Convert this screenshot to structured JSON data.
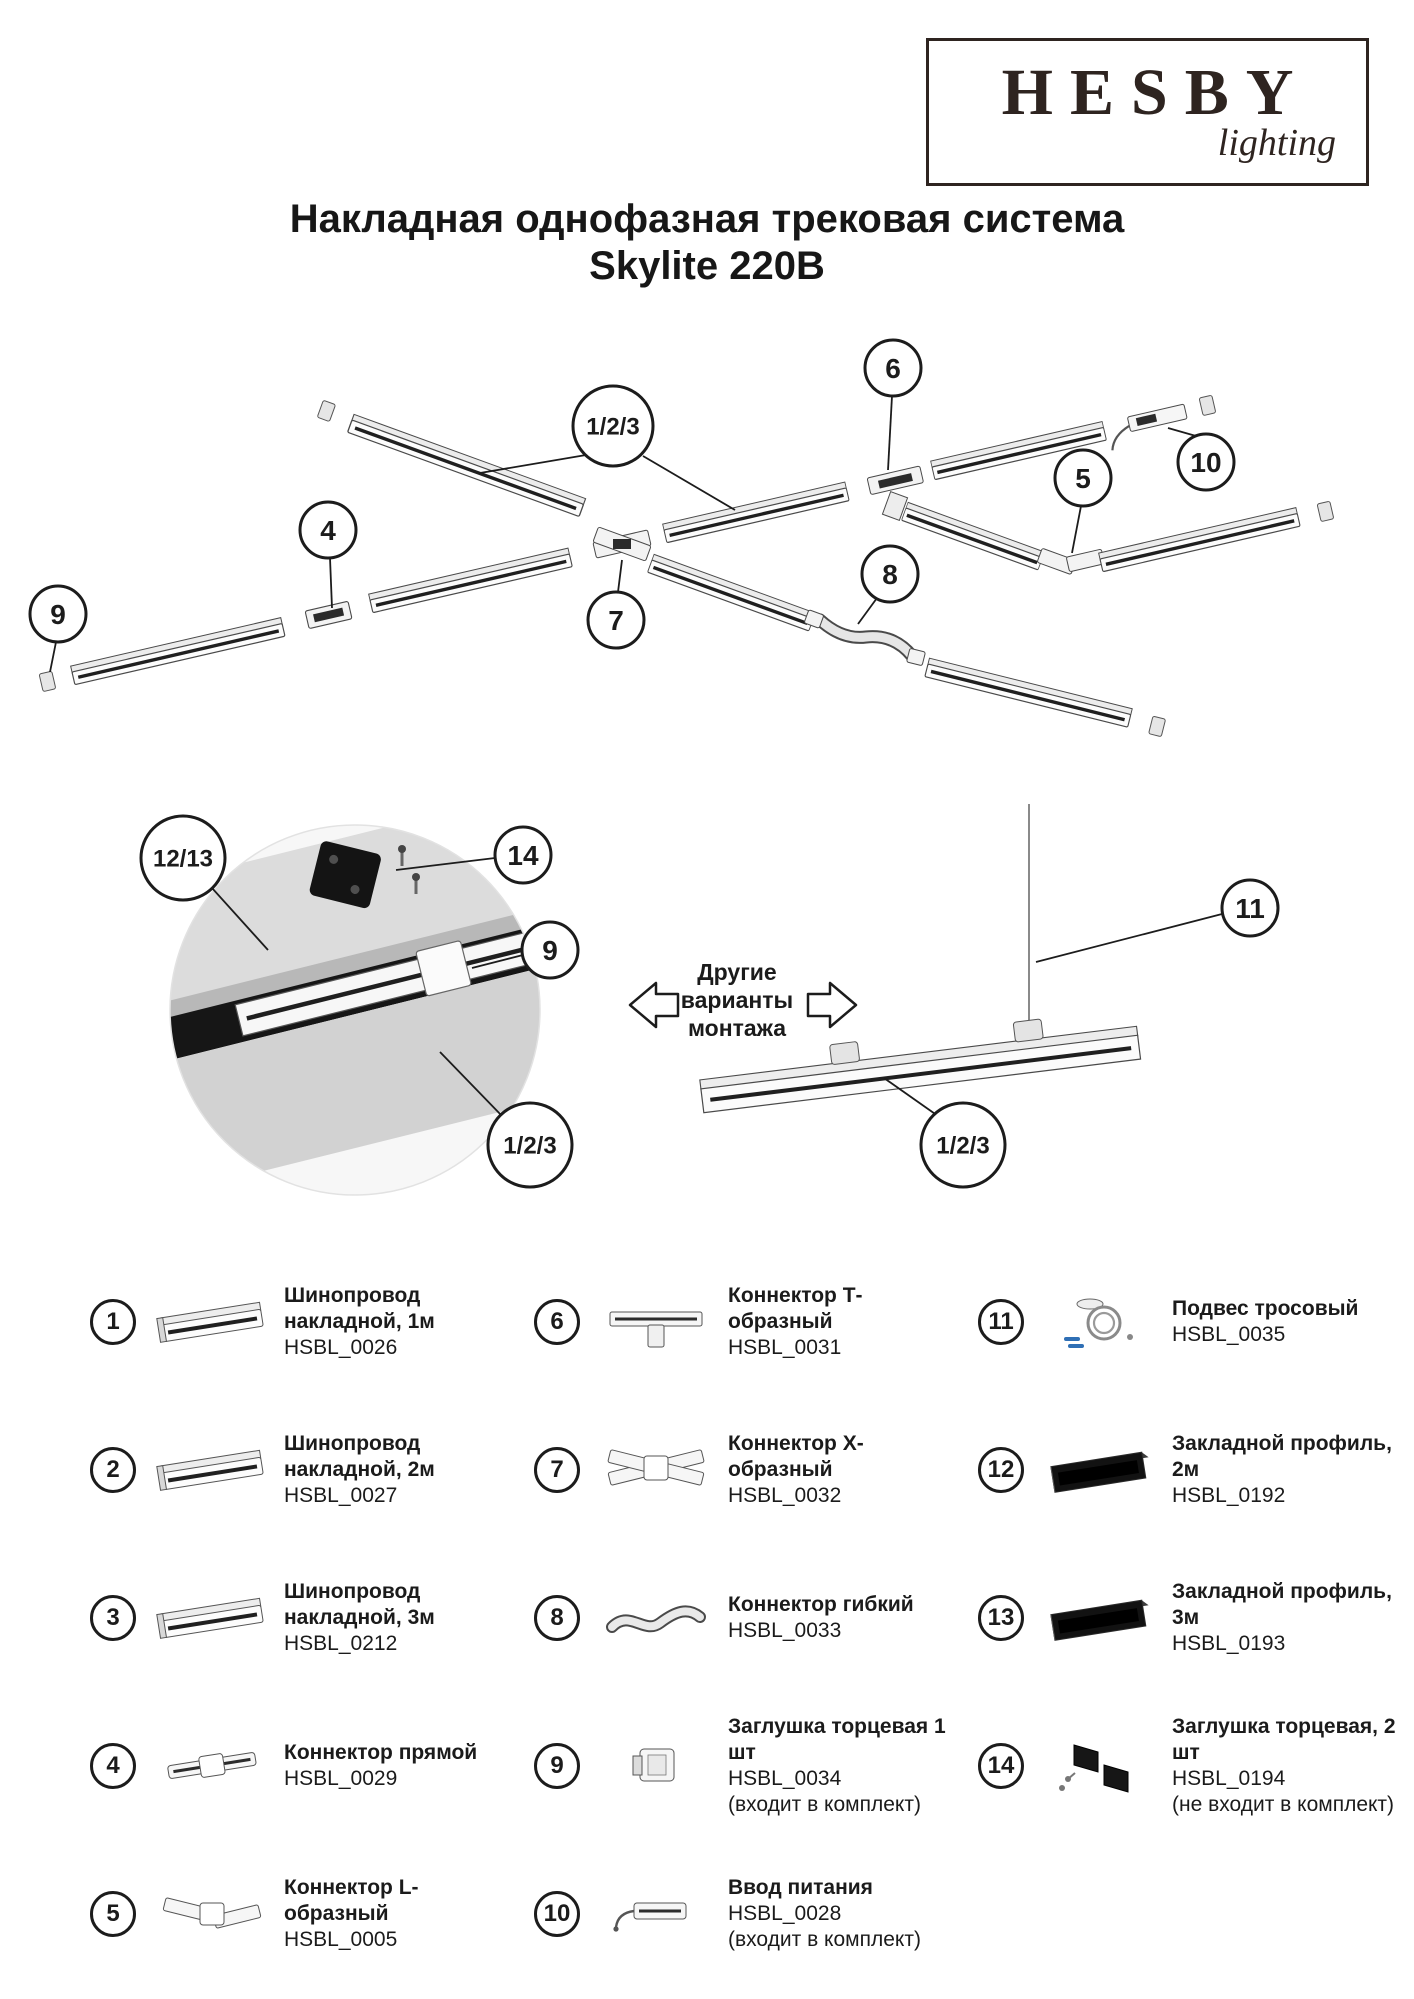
{
  "logo": {
    "brand": "HESBY",
    "tagline": "lighting"
  },
  "title": {
    "line1": "Накладная однофазная трековая система",
    "line2": "Skylite 220В"
  },
  "diagram": {
    "callout_tracks": "1/2/3",
    "callout_4": "4",
    "callout_5": "5",
    "callout_6": "6",
    "callout_7": "7",
    "callout_8": "8",
    "callout_9": "9",
    "callout_10": "10",
    "callout_11": "11",
    "callout_12_13": "12/13",
    "callout_14": "14",
    "other_mount": {
      "l1": "Другие",
      "l2": "варианты",
      "l3": "монтажа"
    }
  },
  "legend": {
    "columns": [
      {
        "items": [
          {
            "num": "1",
            "name": "Шинопровод накладной, 1м",
            "code": "HSBL_0026",
            "note": ""
          },
          {
            "num": "2",
            "name": "Шинопровод накладной, 2м",
            "code": "HSBL_0027",
            "note": ""
          },
          {
            "num": "3",
            "name": "Шинопровод накладной, 3м",
            "code": "HSBL_0212",
            "note": ""
          },
          {
            "num": "4",
            "name": "Коннектор прямой",
            "code": "HSBL_0029",
            "note": ""
          },
          {
            "num": "5",
            "name": "Коннектор L-образный",
            "code": "HSBL_0005",
            "note": ""
          }
        ]
      },
      {
        "items": [
          {
            "num": "6",
            "name": "Коннектор Т-образный",
            "code": "HSBL_0031",
            "note": ""
          },
          {
            "num": "7",
            "name": "Коннектор X-образный",
            "code": "HSBL_0032",
            "note": ""
          },
          {
            "num": "8",
            "name": "Коннектор гибкий",
            "code": "HSBL_0033",
            "note": ""
          },
          {
            "num": "9",
            "name": "Заглушка торцевая 1 шт",
            "code": "HSBL_0034",
            "note": "(входит в комплект)"
          },
          {
            "num": "10",
            "name": "Ввод питания",
            "code": "HSBL_0028",
            "note": "(входит в комплект)"
          }
        ]
      },
      {
        "items": [
          {
            "num": "11",
            "name": "Подвес тросовый",
            "code": "HSBL_0035",
            "note": ""
          },
          {
            "num": "12",
            "name": "Закладной профиль, 2м",
            "code": "HSBL_0192",
            "note": ""
          },
          {
            "num": "13",
            "name": "Закладной профиль, 3м",
            "code": "HSBL_0193",
            "note": ""
          },
          {
            "num": "14",
            "name": "Заглушка торцевая, 2 шт",
            "code": "HSBL_0194",
            "note": "(не входит в комплект)"
          }
        ]
      }
    ]
  }
}
